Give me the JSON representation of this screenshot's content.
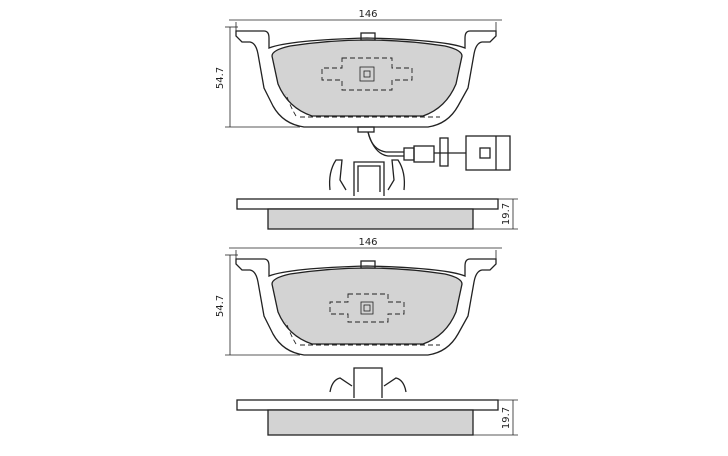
{
  "dimensions": {
    "width_top": "146",
    "height_top": "54.7",
    "thickness_top": "19.7",
    "width_bottom": "146",
    "height_bottom": "54.7",
    "thickness_bottom": "19.7"
  },
  "colors": {
    "friction_material": "#d3d3d3",
    "line": "#222222",
    "background": "#ffffff"
  }
}
